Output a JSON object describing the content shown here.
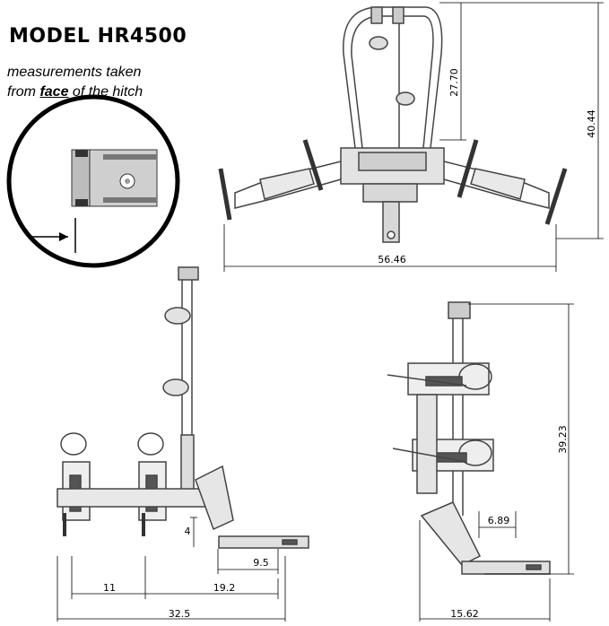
{
  "title": "MODEL HR4500",
  "note": {
    "line1": "measurements taken",
    "line2_prefix": "from ",
    "line2_emph": "face",
    "line2_suffix": " of the hitch"
  },
  "dimensions": {
    "top_height": "27.70",
    "total_height": "40.44",
    "top_width": "56.46",
    "side_height": "39.23",
    "side_offset": "6.89",
    "side_depth": "15.62",
    "front_drop": "4",
    "hitch_length": "9.5",
    "tray_spacing": "11",
    "rear_span": "19.2",
    "overall_length": "32.5"
  },
  "colors": {
    "line": "#000000",
    "rack": "#444444",
    "fill": "#d9d9d9"
  }
}
